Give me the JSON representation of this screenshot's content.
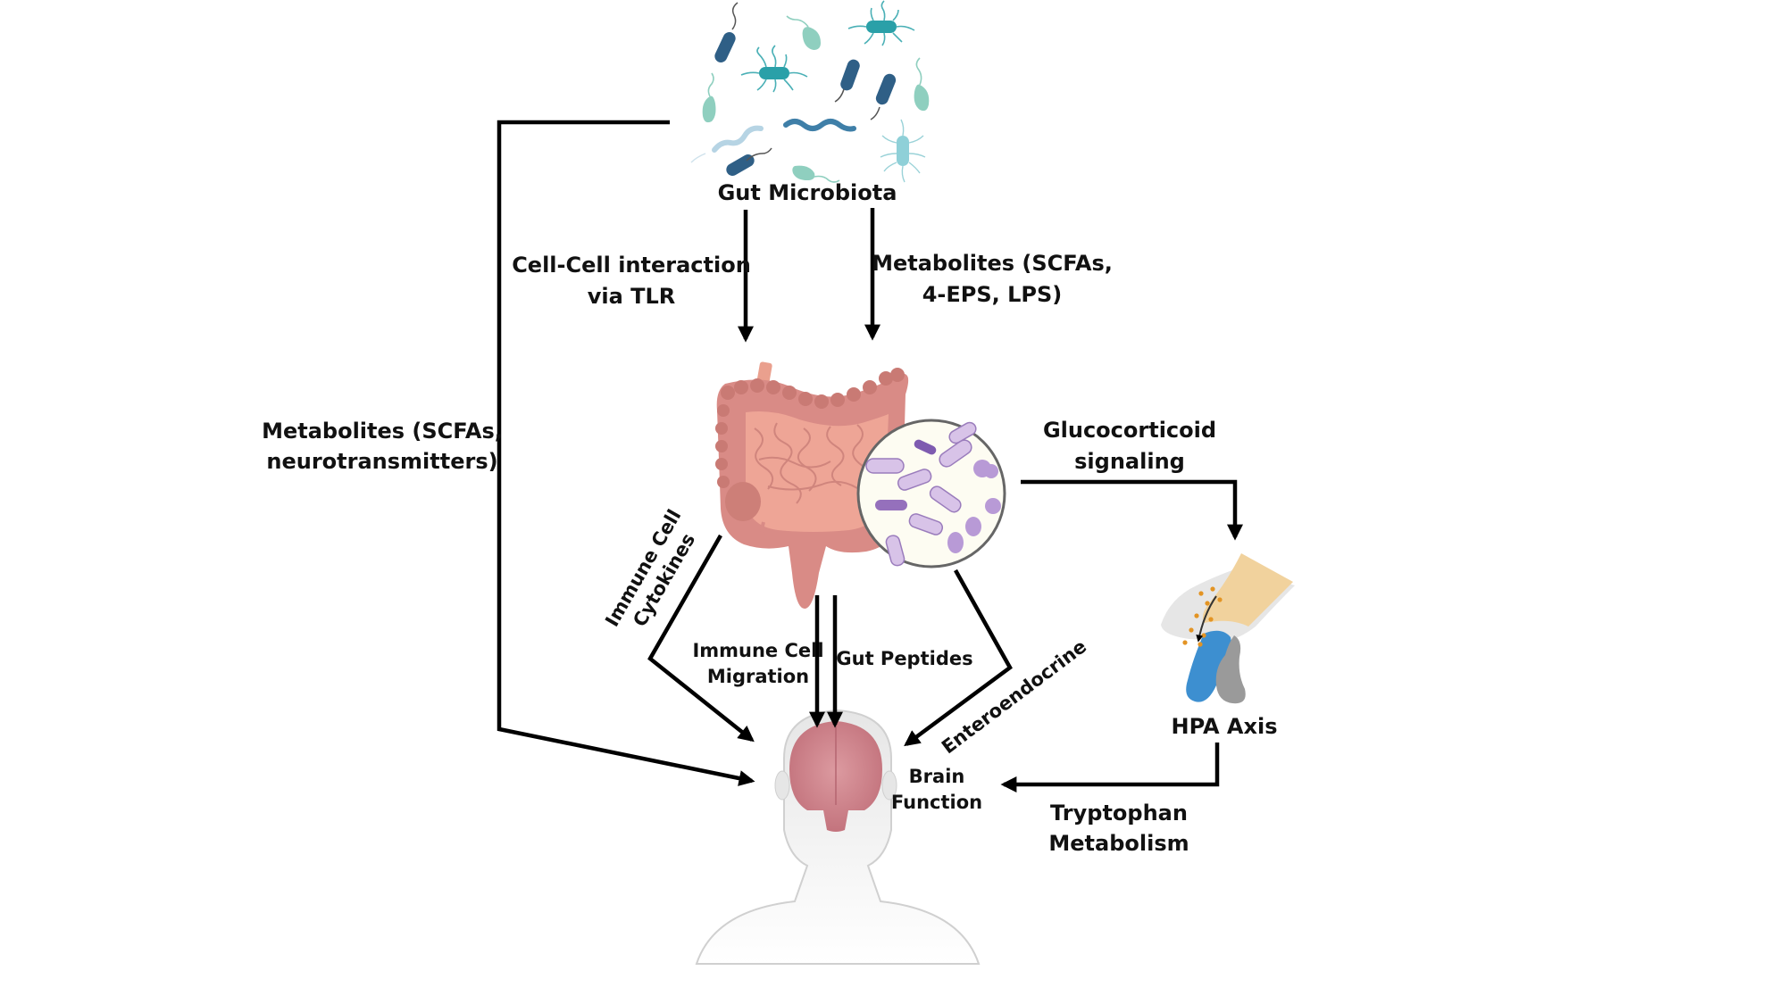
{
  "figure": {
    "title": "Gut microbiota–brain axis communication pathways",
    "nodes": {
      "gut_microbiota": {
        "label": "Gut Microbiota",
        "icon": "bacteria-cluster-icon"
      },
      "intestine": {
        "label": "",
        "icon": "intestine-icon",
        "magnifier_icon": "magnified-bacteria-icon"
      },
      "hpa_axis": {
        "label": "HPA Axis",
        "icon": "hypothalamus-pituitary-icon"
      },
      "brain": {
        "label_line1": "Brain",
        "label_line2": "Function",
        "icon": "head-brain-icon"
      }
    },
    "edges": {
      "cell_cell": {
        "line1": "Cell-Cell interaction",
        "line2": "via TLR"
      },
      "metabolites_gut": {
        "line1": "Metabolites (SCFAs,",
        "line2": "4-EPS, LPS)"
      },
      "metabolites_brain": {
        "line1": "Metabolites (SCFAs,",
        "line2": "neurotransmitters)"
      },
      "glucocorticoid": {
        "line1": "Glucocorticoid",
        "line2": "signaling"
      },
      "immune_cytokines": {
        "line1": "Immune Cell",
        "line2": "Cytokines"
      },
      "immune_migration": {
        "line1": "Immune Cell",
        "line2": "Migration"
      },
      "gut_peptides": {
        "line1": "Gut Peptides"
      },
      "enteroendocrine": {
        "line1": "Enteroendocrine"
      },
      "tryptophan": {
        "line1": "Tryptophan",
        "line2": "Metabolism"
      }
    },
    "colors": {
      "line": "#000000",
      "text": "#111111",
      "bacteria_dark": "#2f5f86",
      "bacteria_teal": "#2aa0a8",
      "bacteria_mint": "#8fcfbf",
      "intestine": "#d98b86",
      "intestine_light": "#eea596",
      "magnifier_bg": "#fdfcf2",
      "microbe_purple": "#b99ad0",
      "hypothalamus": "#f1d29d",
      "pituitary_blue": "#3d8fd0",
      "pituitary_grey": "#9a9a9a",
      "brain": "#cf7f86",
      "head": "#eeeeee"
    }
  }
}
